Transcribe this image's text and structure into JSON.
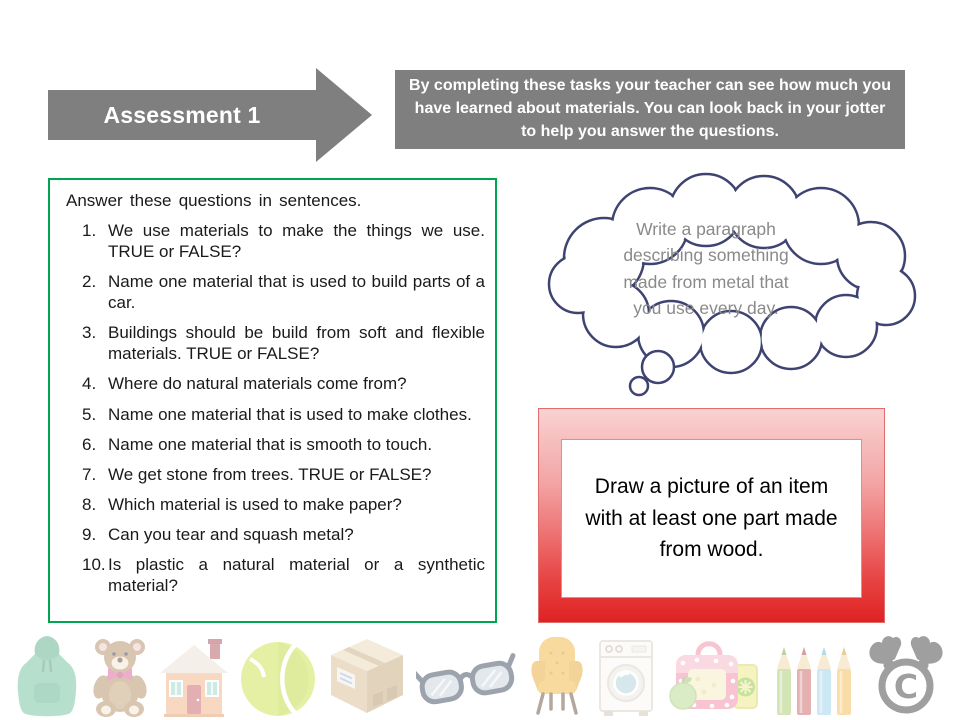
{
  "arrow": {
    "label": "Assessment 1"
  },
  "info_box": {
    "lines": [
      "By completing these tasks your teacher can see how much you",
      "have learned about materials. You can look back in your jotter",
      "to help you answer the questions."
    ]
  },
  "questions_box": {
    "intro": "Answer these questions in sentences.",
    "items": [
      "We use materials to make the things we use. TRUE or FALSE?",
      "Name one material that is used to build parts of a car.",
      "Buildings should be build from soft and flexible materials. TRUE or FALSE?",
      "Where do natural materials come from?",
      "Name one material that is used to make clothes.",
      "Name one material that is smooth to touch.",
      "We get stone from trees. TRUE or FALSE?",
      "Which material is used to make paper?",
      "Can you tear and squash metal?",
      "Is plastic a natural material or a synthetic material?"
    ]
  },
  "thought_bubble": {
    "lines": [
      "Write a paragraph",
      "describing something",
      "made from metal that",
      "you use every day."
    ]
  },
  "draw_box": {
    "lines": [
      "Draw a picture of an item",
      "with at least one part made",
      "from wood."
    ]
  },
  "colors": {
    "accent_gray": "#7F7F7F",
    "questions_border_green": "#00A64F",
    "cloud_outline_navy": "#3E4371",
    "bubble_text_gray": "#8A8A8A",
    "draw_box_red_top": "#F9D2D2",
    "draw_box_red_bottom": "#DF2222"
  },
  "clipart": [
    {
      "name": "hoodie"
    },
    {
      "name": "teddy-bear"
    },
    {
      "name": "house"
    },
    {
      "name": "tennis-ball"
    },
    {
      "name": "cardboard-box"
    },
    {
      "name": "glasses"
    },
    {
      "name": "armchair"
    },
    {
      "name": "washing-machine"
    },
    {
      "name": "lunch-bag"
    },
    {
      "name": "colored-pencils"
    },
    {
      "name": "copyright-moose-logo"
    }
  ]
}
